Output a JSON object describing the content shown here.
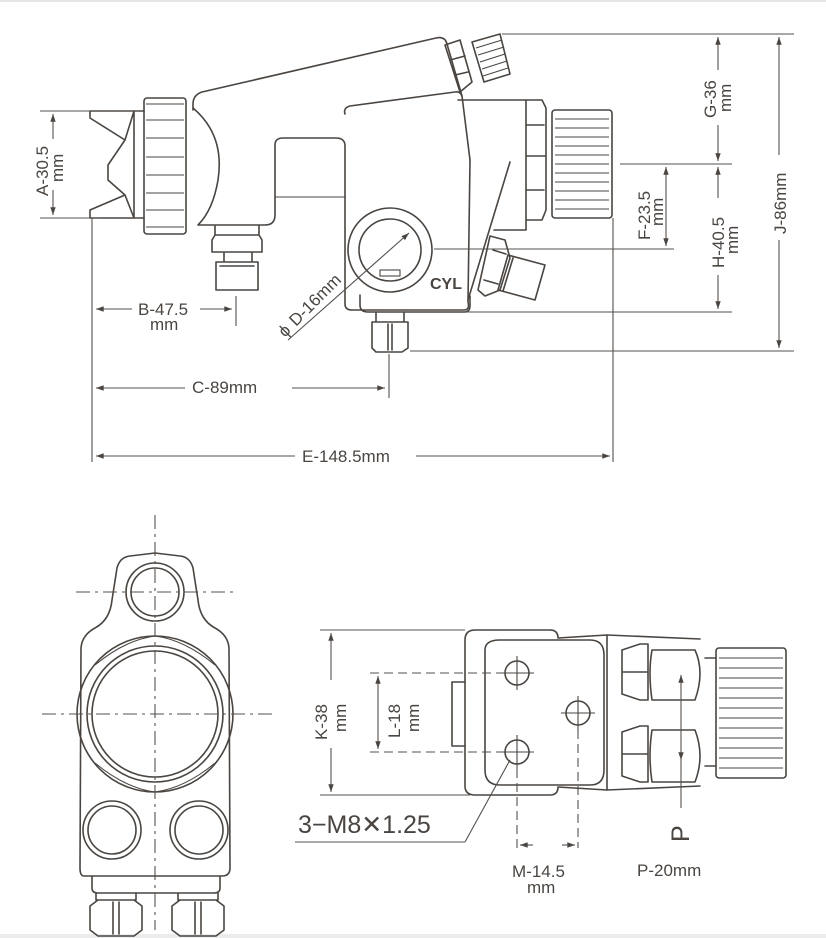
{
  "drawing": {
    "subject": "automatic spray gun dimension drawing",
    "views": [
      "side-view",
      "front-view",
      "bottom-view"
    ],
    "line_color": "#4a4541"
  },
  "dimensions": {
    "A": {
      "letter": "A",
      "line1": "A-30.5",
      "line2": "mm",
      "value": 30.5,
      "unit": "mm"
    },
    "B": {
      "letter": "B",
      "line1": "B-47.5",
      "line2": "mm",
      "value": 47.5,
      "unit": "mm"
    },
    "C": {
      "letter": "C",
      "text": "C-89mm",
      "value": 89,
      "unit": "mm"
    },
    "D": {
      "letter": "D",
      "text": "D-16mm",
      "phi": "ϕ",
      "value": 16,
      "unit": "mm"
    },
    "E": {
      "letter": "E",
      "text": "E-148.5mm",
      "value": 148.5,
      "unit": "mm"
    },
    "F": {
      "letter": "F",
      "line1": "F-23.5",
      "line2": "mm",
      "value": 23.5,
      "unit": "mm"
    },
    "G": {
      "letter": "G",
      "line1": "G-36",
      "line2": "mm",
      "value": 36,
      "unit": "mm"
    },
    "H": {
      "letter": "H",
      "line1": "H-40.5",
      "line2": "mm",
      "value": 40.5,
      "unit": "mm"
    },
    "J": {
      "letter": "J",
      "text": "J-86mm",
      "value": 86,
      "unit": "mm"
    },
    "K": {
      "letter": "K",
      "line1": "K-38",
      "line2": "mm",
      "value": 38,
      "unit": "mm"
    },
    "L": {
      "letter": "L",
      "line1": "L-18",
      "line2": "mm",
      "value": 18,
      "unit": "mm"
    },
    "M": {
      "letter": "M",
      "line1": "M-14.5",
      "line2": "mm",
      "value": 14.5,
      "unit": "mm"
    },
    "P": {
      "letter": "P",
      "marker": "P",
      "text": "P-20mm",
      "value": 20,
      "unit": "mm"
    }
  },
  "labels": {
    "cylinder": "CYL",
    "thread_spec": "3−M8✕1.25"
  }
}
